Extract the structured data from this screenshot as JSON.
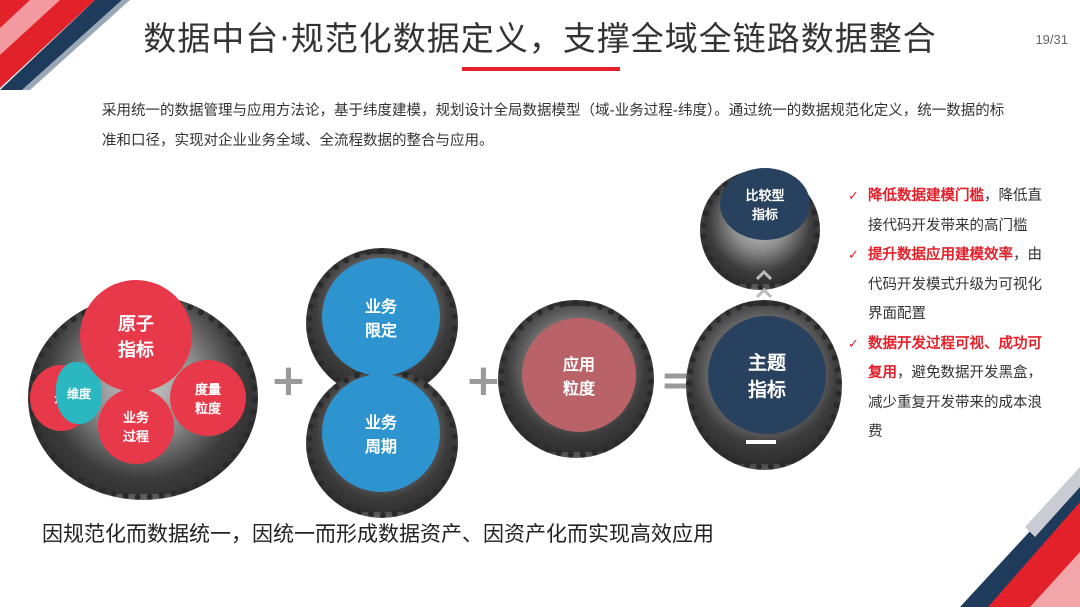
{
  "title": "数据中台·规范化数据定义，支撑全域全链路数据整合",
  "page_number": "19/31",
  "intro": "采用统一的数据管理与应用方法论，基于纬度建模，规划设计全局数据模型（域-业务过程-纬度）。通过统一的数据规范化定义，统一数据的标准和口径，实现对企业业务全域、全流程数据的整合与应用。",
  "diagram": {
    "atomic_indicator": "原子\n指标",
    "domain_label": "域",
    "dimension_label": "维度",
    "business_process": "业务\n过程",
    "measure_granularity": "度量\n粒度",
    "business_qualifier": "业务\n限定",
    "business_period": "业务\n周期",
    "application_granularity": "应用\n粒度",
    "theme_indicator": "主题\n指标",
    "comparative_indicator": "比较型\n指标",
    "plus1": "+",
    "plus2": "+",
    "equals": "="
  },
  "bottom_text": "因规范化而数据统一，因统一而形成数据资产、因资产化而实现高效应用",
  "bullets": [
    {
      "highlight": "降低数据建模门槛",
      "text": "，降低直接代码开发带来的高门槛"
    },
    {
      "highlight": "提升数据应用建模效率",
      "text": "，由代码开发模式升级为可视化界面配置"
    },
    {
      "highlight": "数据开发过程可视、成功可复用",
      "text": "，避免数据开发黑盒，减少重复开发带来的成本浪费"
    }
  ],
  "colors": {
    "accent_red": "#e2212b",
    "circle_red": "#e8394b",
    "circle_blue": "#2e94cf",
    "circle_rose": "#b96267",
    "circle_navy": "#27415e"
  }
}
